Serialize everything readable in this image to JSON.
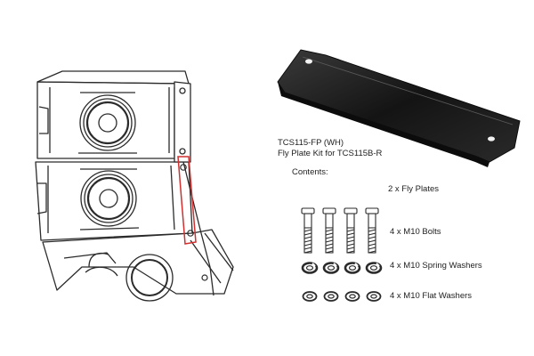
{
  "product": {
    "model": "TCS115-FP (WH)",
    "description": "Fly Plate Kit for TCS115B-R"
  },
  "contents": {
    "heading": "Contents:",
    "items": [
      {
        "label": "2 x Fly Plates"
      },
      {
        "label": "4 x M10 Bolts"
      },
      {
        "label": "4 x M10 Spring Washers"
      },
      {
        "label": "4 x M10 Flat Washers"
      }
    ]
  },
  "colors": {
    "highlight": "#d0302f",
    "plate": "#1a1a1a",
    "line": "#2b2b2b"
  }
}
